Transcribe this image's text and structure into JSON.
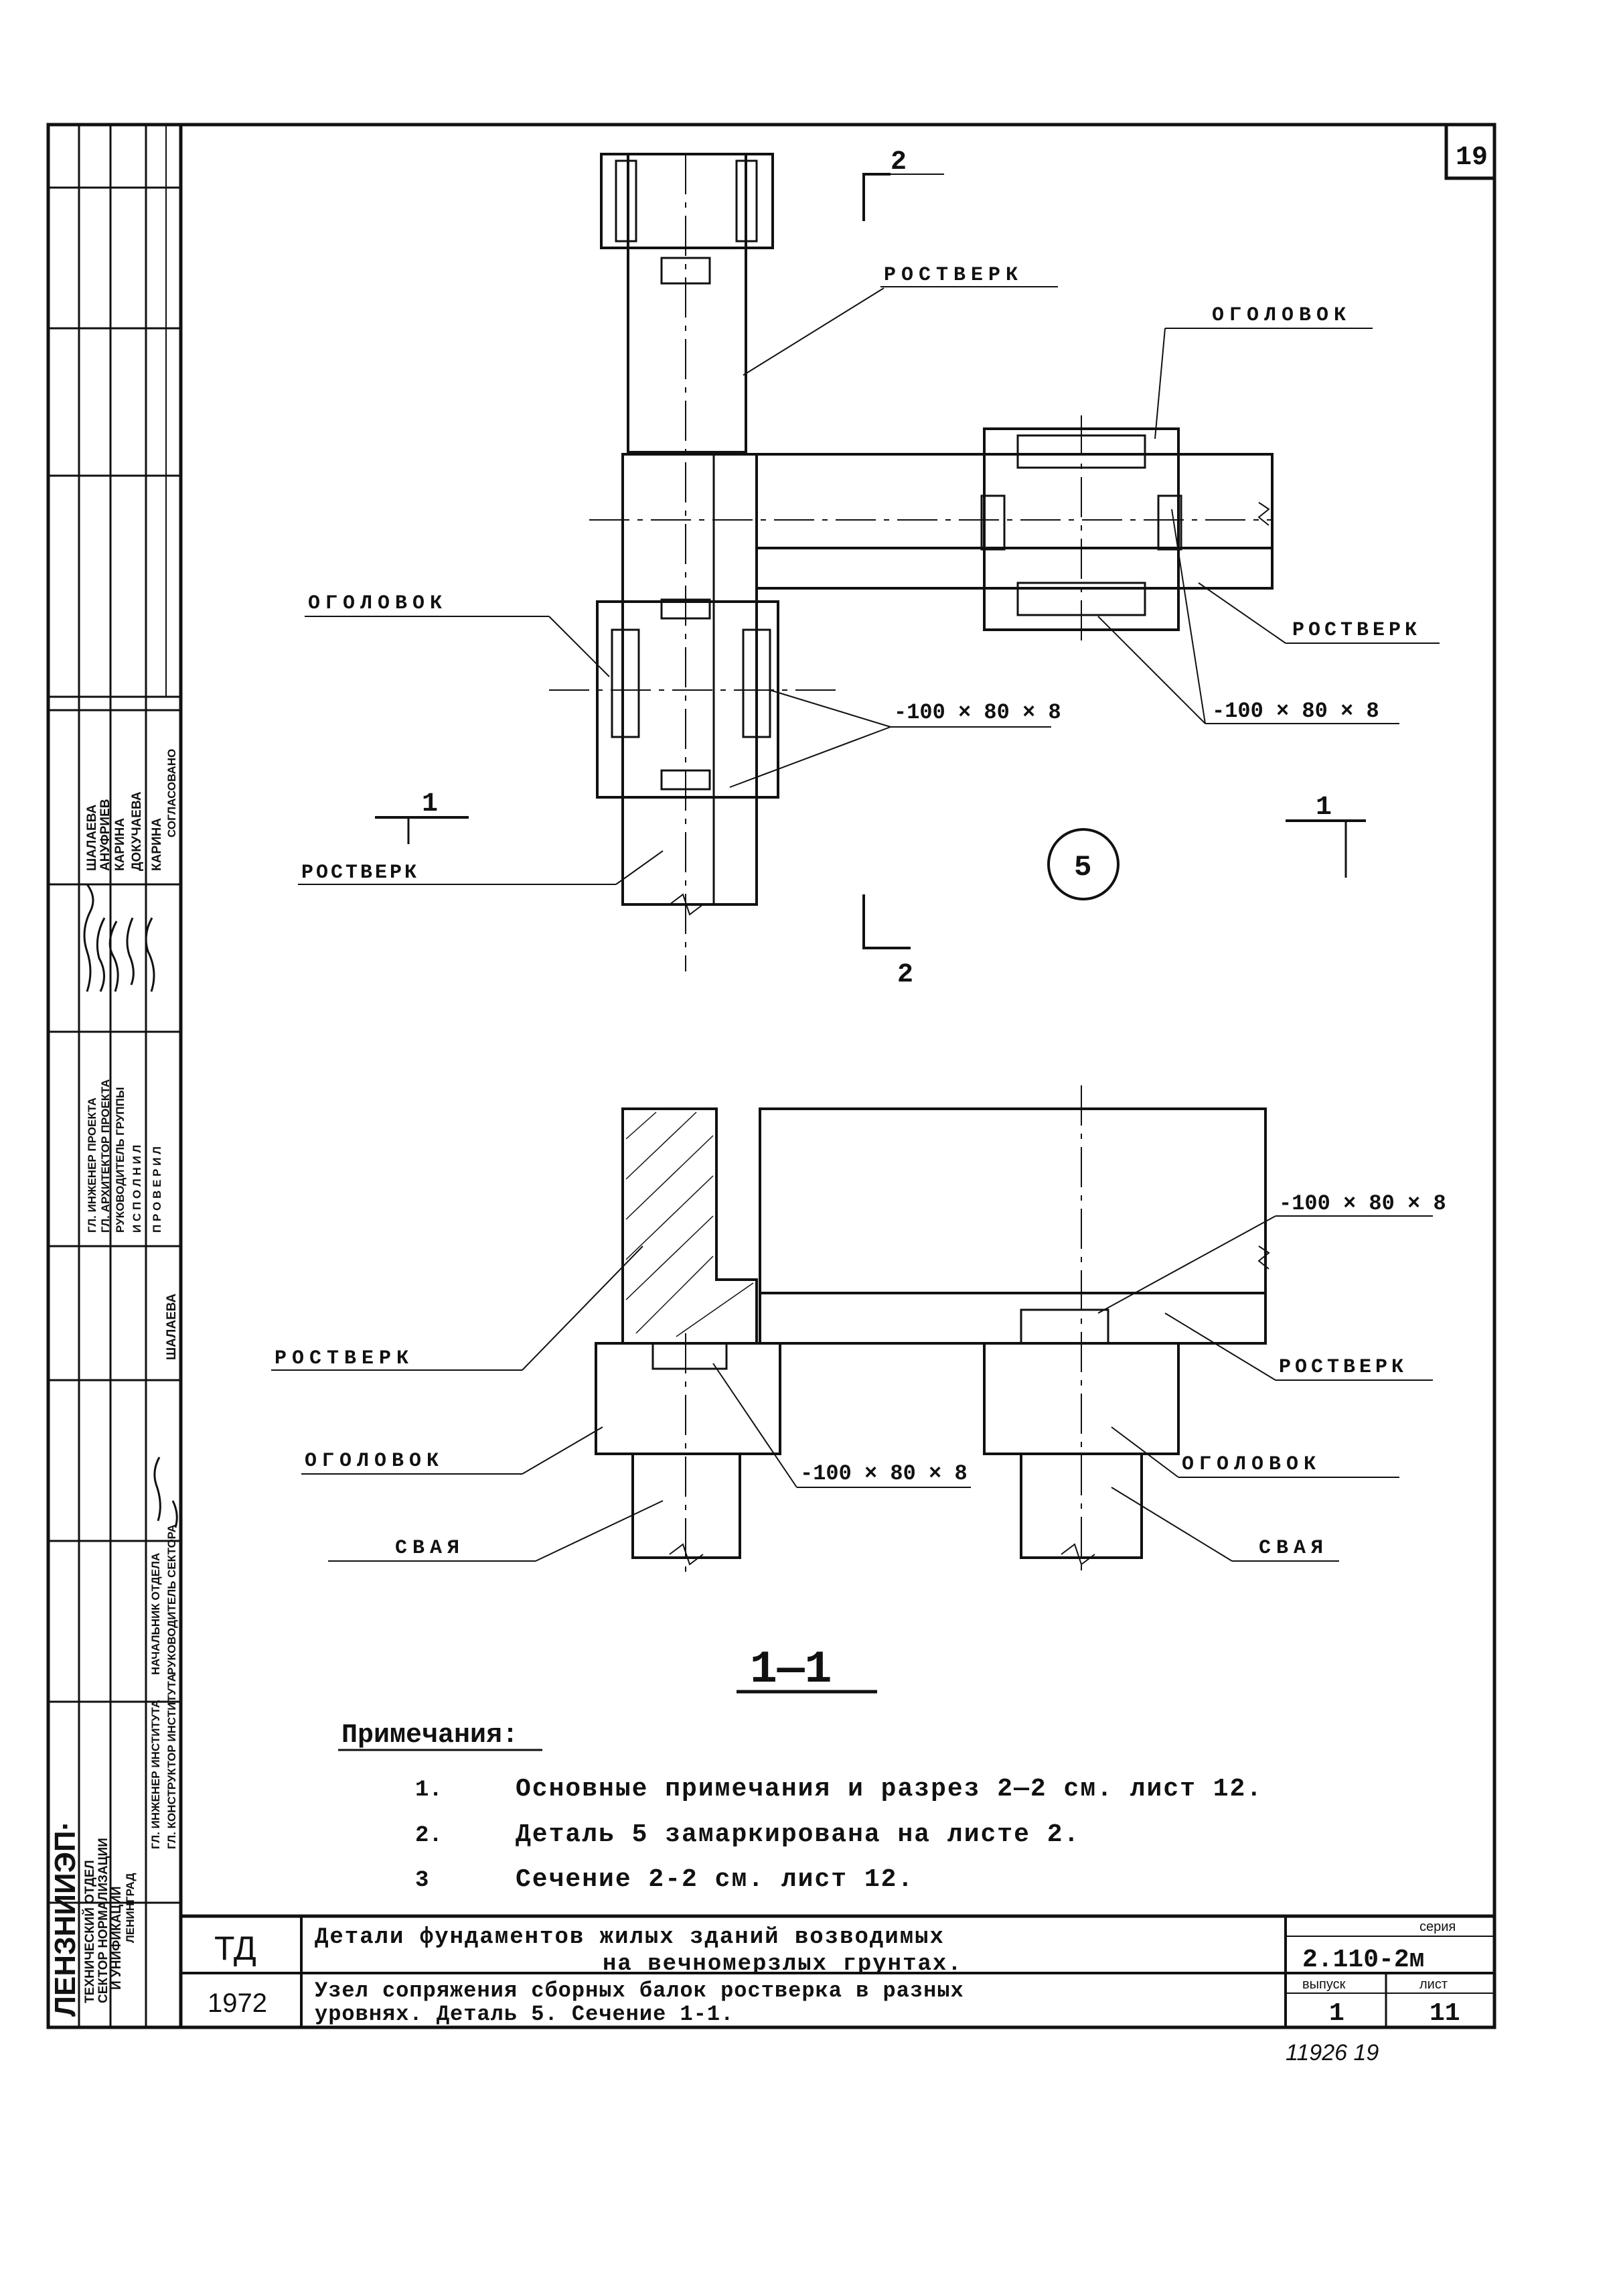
{
  "sheet_number": "19",
  "plan": {
    "section_mark_top": "2",
    "section_mark_bottom": "2",
    "section_mark_left": "1",
    "section_mark_right": "1",
    "detail_number": "5",
    "labels": {
      "rostverk_top": "РОСТВЕРК",
      "ogolovok_right": "ОГОЛОВОК",
      "ogolovok_left": "ОГОЛОВОК",
      "rostverk_right": "РОСТВЕРК",
      "rostverk_left": "РОСТВЕРК",
      "plate_left": "-100 × 80 × 8",
      "plate_right": "-100 × 80 × 8"
    }
  },
  "section": {
    "labels": {
      "plate_top": "-100 × 80 × 8",
      "rostverk_left": "РОСТВЕРК",
      "rostverk_right": "РОСТВЕРК",
      "ogolovok_left": "ОГОЛОВОК",
      "ogolovok_right": "ОГОЛОВОК",
      "plate_bottom": "-100 × 80 × 8",
      "svaya_left": "СВАЯ",
      "svaya_right": "СВАЯ"
    },
    "title": "1—1"
  },
  "notes": {
    "heading": "Примечания:",
    "items": [
      {
        "num": "1.",
        "text": "Основные примечания и разрез 2—2 см. лист 12."
      },
      {
        "num": "2.",
        "text": "Деталь 5 замаркирована на листе 2."
      },
      {
        "num": "3",
        "text": "Сечение 2-2 см. лист 12."
      }
    ]
  },
  "title_block": {
    "code": "ТД",
    "year": "1972",
    "title_line1": "Детали фундаментов жилых зданий возводимых",
    "title_line2": "на вечномерзлых грунтах.",
    "subtitle_line1": "Узел сопряжения сборных балок ростверка в разных",
    "subtitle_line2": "уровнях. Деталь 5. Сечение 1-1.",
    "series_label": "серия",
    "series_value": "2.110-2м",
    "issue_label": "выпуск",
    "issue_value": "1",
    "sheet_label": "лист",
    "sheet_value": "11",
    "archive_number": "11926 19"
  },
  "side_stamp": {
    "org": "ЛЕНЗНИИЭП·",
    "dept1": "ТЕХНИЧЕСКИЙ ОТДЕЛ",
    "dept2": "СЕКТОР НОРМАЛИЗАЦИИ",
    "dept3": "И УНИФИКАЦИИ",
    "dept4": "ЛЕНИНГРАД",
    "roles": [
      "ГЛ. ИНЖЕНЕР ИНСТИТУТА",
      "ГЛ. КОНСТРУКТОР ИНСТИТУТА",
      "НАЧАЛЬНИК ОТДЕЛА",
      "РУКОВОДИТЕЛЬ СЕКТОРА",
      "ГЛ. ИНЖЕНЕР ПРОЕКТА",
      "ГЛ. АРХИТЕКТОР ПРОЕКТА",
      "РУКОВОДИТЕЛЬ ГРУППЫ",
      "И С П О Л Н И Л",
      "П Р О В Е Р И Л"
    ],
    "names": [
      "ШАЛАЕВА",
      "АНУФРИЕВ",
      "КАРИНА",
      "ДОКУЧАЕВА",
      "КАРИНА"
    ],
    "header_name": "ШАЛАЕВА",
    "agreed": "СОГЛАСОВАНО"
  }
}
